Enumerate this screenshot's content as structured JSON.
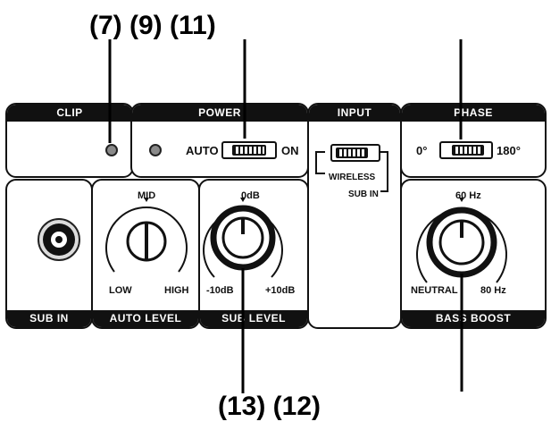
{
  "callouts": {
    "top_left": "(7) (9) (11)",
    "bottom": "(13) (12)"
  },
  "headers": {
    "clip": "CLIP",
    "power": "POWER",
    "input": "INPUT",
    "phase": "PHASE"
  },
  "footers": {
    "sub_in": "SUB IN",
    "auto_level": "AUTO LEVEL",
    "sub_level": "SUB LEVEL",
    "bass_boost": "BASS BOOST"
  },
  "power": {
    "auto_label": "AUTO",
    "on_label": "ON"
  },
  "input": {
    "wireless_label": "WIRELESS",
    "sub_in_label": "SUB IN"
  },
  "phase": {
    "left_label": "0°",
    "right_label": "180°"
  },
  "auto_level": {
    "top_label": "MID",
    "left_label": "LOW",
    "right_label": "HIGH"
  },
  "sub_level": {
    "top_label": "0dB",
    "left_label": "-10dB",
    "right_label": "+10dB"
  },
  "bass_boost": {
    "top_label": "60 Hz",
    "left_label": "NEUTRAL",
    "right_label": "80 Hz"
  },
  "colors": {
    "ink": "#111111",
    "led": "#8a8a8a",
    "background": "#ffffff"
  }
}
